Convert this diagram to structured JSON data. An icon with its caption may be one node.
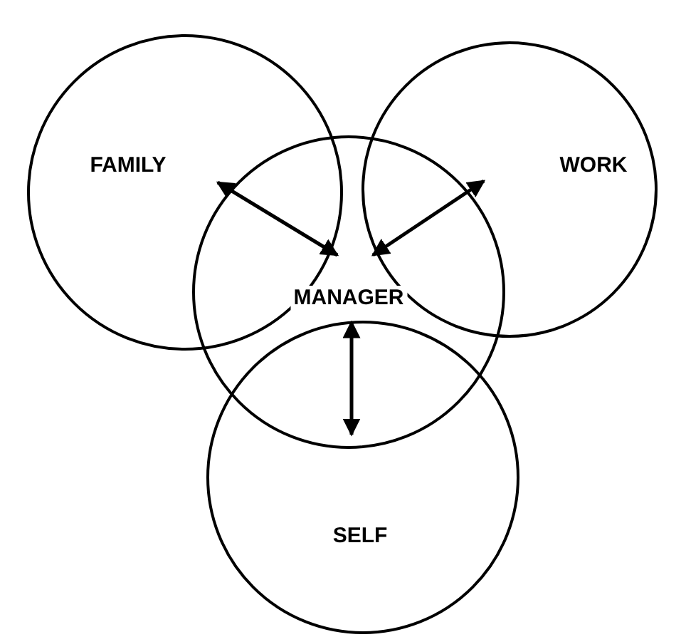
{
  "diagram": {
    "nodes": [
      {
        "text": [
          "FAMILY"
        ]
      },
      {
        "text": [
          "WORK"
        ]
      },
      {
        "text": [
          "MANAGER"
        ]
      },
      {
        "text": [
          "SELF"
        ]
      }
    ],
    "edges": [
      {
        "from": 2,
        "to": 0,
        "arrow": "both"
      },
      {
        "from": 2,
        "to": 1,
        "arrow": "both"
      },
      {
        "from": 2,
        "to": 3,
        "arrow": "both"
      }
    ]
  }
}
